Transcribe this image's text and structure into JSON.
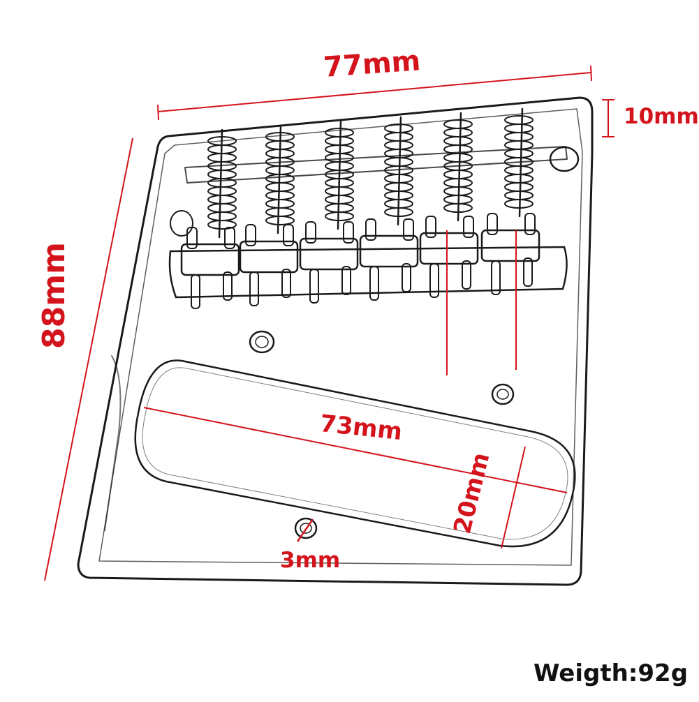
{
  "dimensions": {
    "width": "77mm",
    "height": "88mm",
    "plate_thickness": "10mm",
    "slot_length": "73mm",
    "slot_width": "20mm",
    "hole_diameter": "3mm"
  },
  "weight_label": "Weigth:92g",
  "colors": {
    "dimension_lines": "#d4141c",
    "outline": "#1a1a1a",
    "background": "#ffffff"
  }
}
